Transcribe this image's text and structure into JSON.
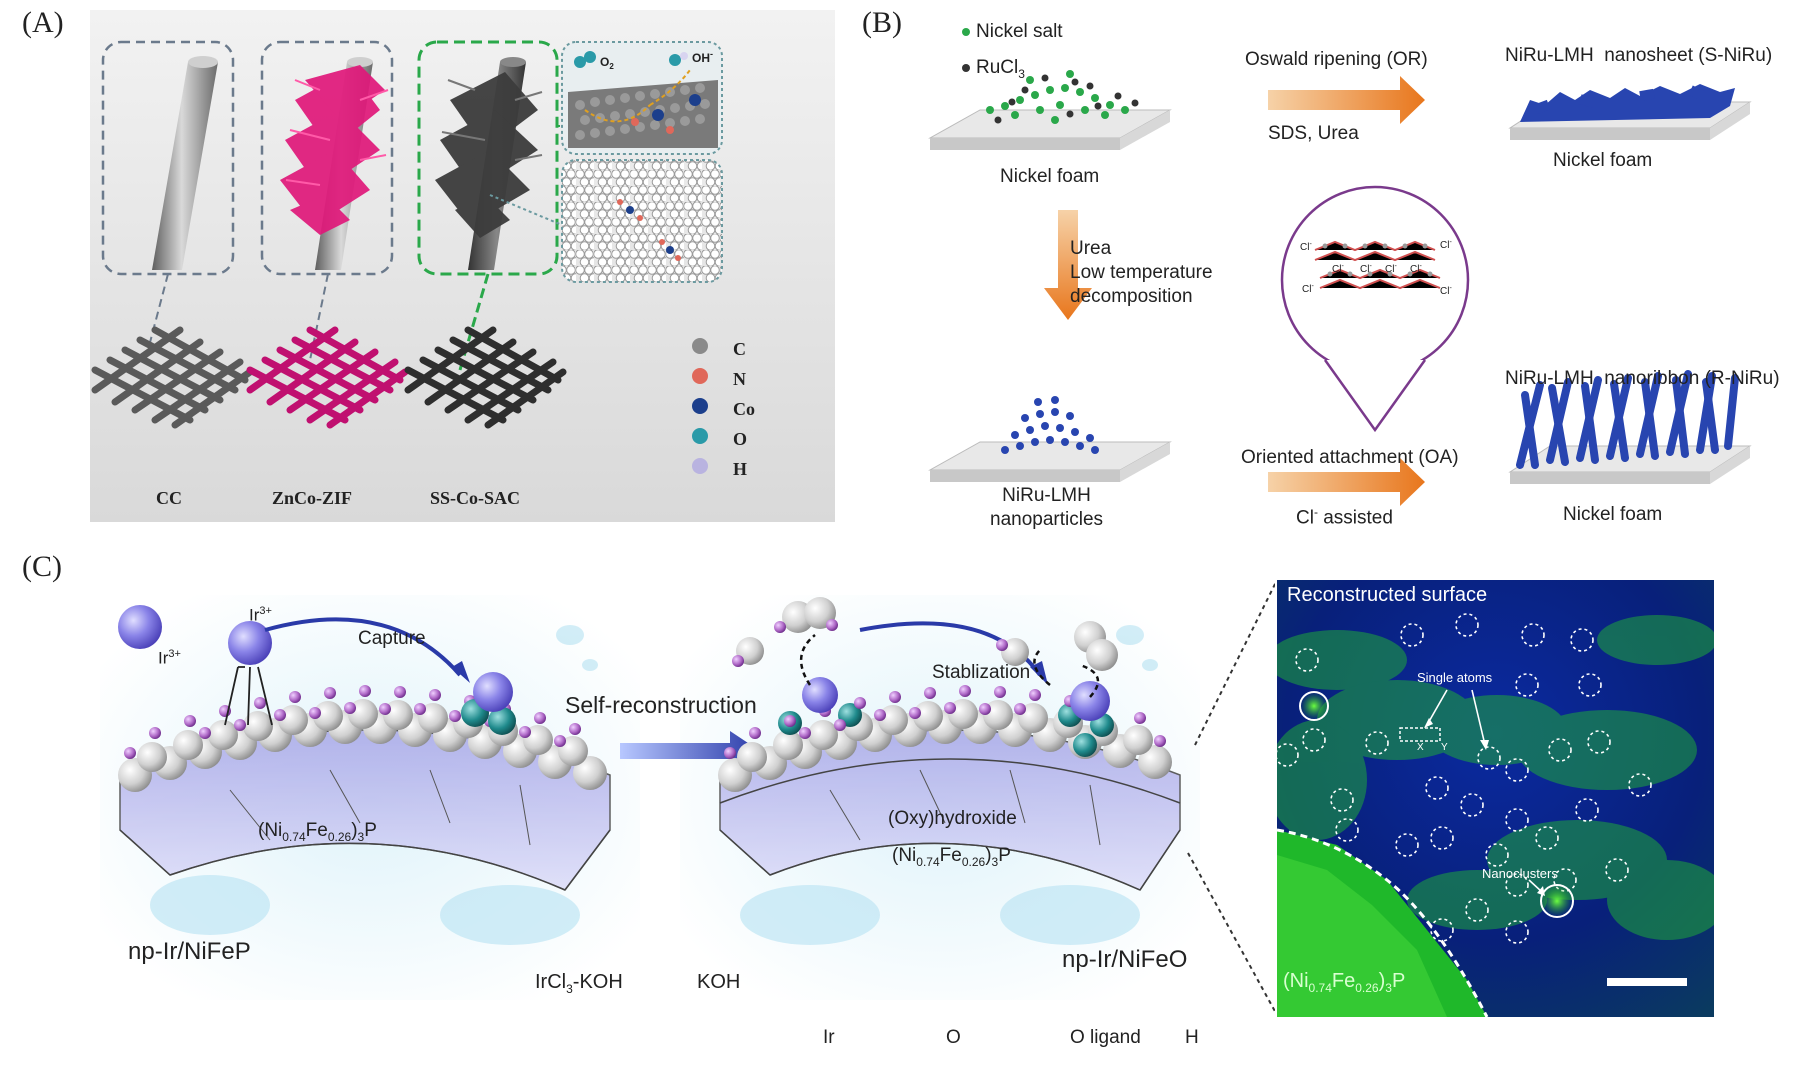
{
  "panels": {
    "a": {
      "letter": "(A)",
      "materials": [
        "CC",
        "ZnCo-ZIF",
        "SS-Co-SAC"
      ],
      "legend": [
        {
          "label": "C",
          "color": "#8a8a8a"
        },
        {
          "label": "N",
          "color": "#e0685a"
        },
        {
          "label": "Co",
          "color": "#1c3f8c"
        },
        {
          "label": "O",
          "color": "#2a9aa8"
        },
        {
          "label": "H",
          "color": "#b9b3e0"
        }
      ],
      "inset_o2": "O",
      "inset_o2_sub": "2",
      "inset_oh": "OH",
      "inset_oh_sup": "-"
    },
    "b": {
      "letter": "(B)",
      "legend_nickel_salt": "Nickel salt",
      "legend_rucl3": "RuCl",
      "legend_rucl3_sub": "3",
      "substrate_top": "Nickel foam",
      "or_label": "Oswald ripening (OR)",
      "or_conditions": "SDS, Urea",
      "sheet_title": "NiRu-LMH  nanosheet (S-NiRu)",
      "sheet_substrate": "Nickel foam",
      "down_step_1": "Urea",
      "down_step_2": "Low temperature",
      "down_step_3": "decomposition",
      "np_label_1": "NiRu-LMH",
      "np_label_2": "nanoparticles",
      "oa_label": "Oriented attachment (OA)",
      "oa_conditions_pre": "Cl",
      "oa_conditions_sup": "-",
      "oa_conditions_post": " assisted",
      "ribbon_title": "NiRu-LMH  nanoribbon (R-NiRu)",
      "ribbon_substrate": "Nickel foam",
      "cl_label": "Cl",
      "cl_sup": "-"
    },
    "c": {
      "letter": "(C)",
      "ir_ion": "Ir",
      "ir_ion_sup": "3+",
      "capture": "Capture",
      "self_reconstruction": "Self-reconstruction",
      "stabilization": "Stablization",
      "left_phase_pre": "(Ni",
      "left_phase_sub1": "0.74",
      "left_phase_mid": "Fe",
      "left_phase_sub2": "0.26",
      "left_phase_post": ")",
      "left_phase_sub3": "3",
      "left_phase_end": "P",
      "oxyhydroxide": "(Oxy)hydroxide",
      "left_name": "np-Ir/NiFeP",
      "electrolyte_left_pre": "IrCl",
      "electrolyte_left_sub": "3",
      "electrolyte_left_post": "-KOH",
      "electrolyte_right": "KOH",
      "right_name": "np-Ir/NiFeO",
      "micro_title": "Reconstructed surface",
      "single_atoms": "Single atoms",
      "nanoclusters": "Nanoclusters",
      "micro_x": "X",
      "micro_y": "Y",
      "legend": [
        {
          "label": "Ir",
          "color": "#8a84e8"
        },
        {
          "label": "O",
          "color": "#d0d0d0"
        },
        {
          "label": "O ligand",
          "color": "#1f8a8c"
        },
        {
          "label": "H",
          "color": "#b06ac8"
        }
      ]
    }
  }
}
